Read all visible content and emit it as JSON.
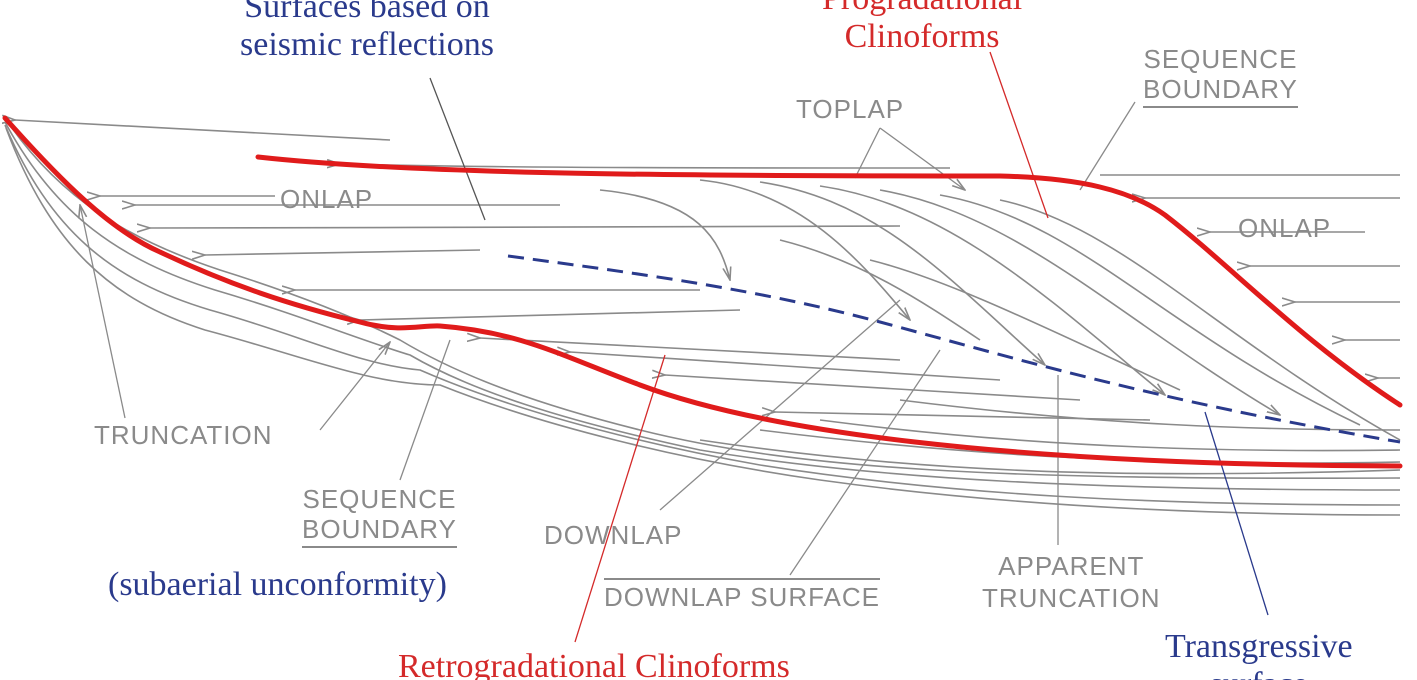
{
  "labels": {
    "surfaces_seismic": "Surfaces based on\nseismic reflections",
    "progradational": "Progradational\nClinoforms",
    "retrogradational": "Retrogradational Clinoforms",
    "transgressive": "Transgressive\nsurface",
    "subaerial": "(subaerial unconformity)",
    "toplap": "TOPLAP",
    "onlap_left": "ONLAP",
    "onlap_right": "ONLAP",
    "sequence_boundary_top": "SEQUENCE\nBOUNDARY",
    "sequence_boundary_bottom": "SEQUENCE\nBOUNDARY",
    "truncation": "TRUNCATION",
    "downlap": "DOWNLAP",
    "downlap_surface": "DOWNLAP SURFACE",
    "apparent_truncation": "APPARENT\nTRUNCATION"
  },
  "colors": {
    "reflector_gray": "#8a8a8a",
    "boundary_red": "#e01b1b",
    "surface_blue": "#2a3a8c",
    "text_red": "#d42a2a"
  }
}
